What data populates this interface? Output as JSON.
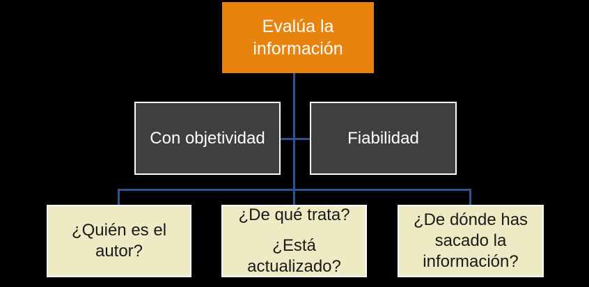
{
  "diagram": {
    "type": "hierarchy",
    "background_color": "#000000",
    "connector_color": "#2E5395",
    "box_border_color": "#FFFFFF",
    "root": {
      "label": "Evalúa la información",
      "fill": "#E8830D",
      "text_color": "#FFFFFF"
    },
    "branches": [
      {
        "label": "Con objetividad",
        "fill": "#3F3F3F",
        "text_color": "#FFFFFF"
      },
      {
        "label": "Fiabilidad",
        "fill": "#3F3F3F",
        "text_color": "#FFFFFF"
      }
    ],
    "leaves": [
      {
        "paragraphs": [
          "¿Quién es el autor?"
        ],
        "fill": "#EDEAC4",
        "text_color": "#1A1A1A"
      },
      {
        "paragraphs": [
          "¿De qué trata?",
          "¿Está actualizado?"
        ],
        "fill": "#EDEAC4",
        "text_color": "#1A1A1A"
      },
      {
        "paragraphs": [
          "¿De dónde has sacado la información?"
        ],
        "fill": "#EDEAC4",
        "text_color": "#1A1A1A"
      }
    ]
  }
}
